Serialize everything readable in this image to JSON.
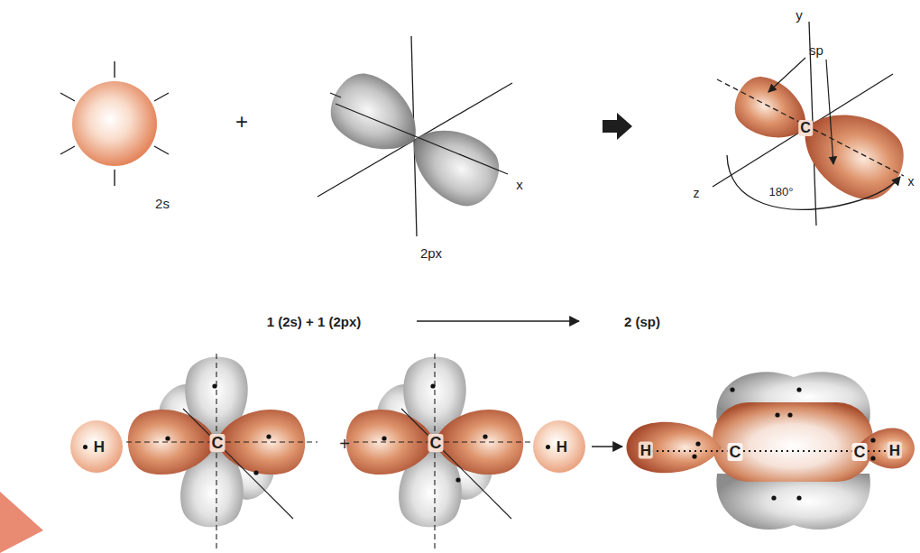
{
  "diagram": {
    "nodes": [
      {
        "text": [
          "H"
        ]
      },
      {
        "text": [
          "H"
        ]
      }
    ],
    "labels": [
      "2s",
      "+",
      "2px",
      "x",
      "y",
      "sp",
      "C",
      "z",
      "180°",
      "x",
      "1 (2s) + 1 (2px)",
      "2 (sp)",
      "C",
      "+",
      "C",
      "H",
      "C",
      "C",
      "H"
    ]
  }
}
